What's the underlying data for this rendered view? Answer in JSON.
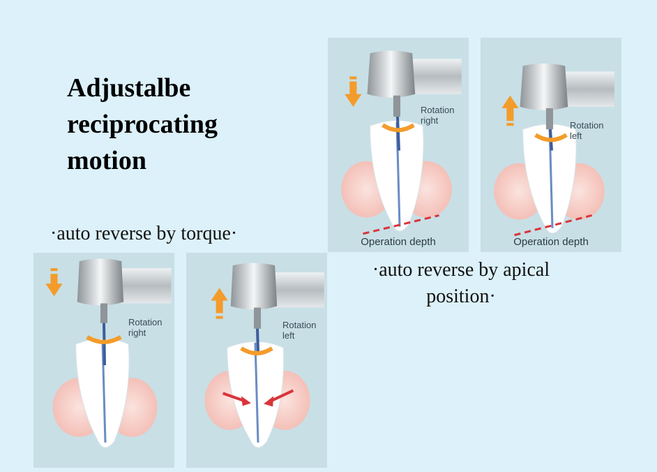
{
  "title": {
    "line1": "Adjustalbe",
    "line2": "reciprocating",
    "line3": "motion"
  },
  "captions": {
    "torque": "·auto reverse by torque·",
    "apical_line1": "·auto reverse by apical",
    "apical_line2": "position·"
  },
  "panels": [
    {
      "rotation_line1": "Rotation",
      "rotation_line2": "right",
      "depth_label": "Operation depth",
      "direction": "down"
    },
    {
      "rotation_line1": "Rotation",
      "rotation_line2": "left",
      "depth_label": "Operation depth",
      "direction": "up"
    },
    {
      "rotation_line1": "Rotation",
      "rotation_line2": "right",
      "direction": "down"
    },
    {
      "rotation_line1": "Rotation",
      "rotation_line2": "left",
      "direction": "up"
    }
  ],
  "colors": {
    "background": "#dcf1fa",
    "panel": "#c8dfe6",
    "arrow": "#f39c2b",
    "depth_line": "#d9353a"
  }
}
